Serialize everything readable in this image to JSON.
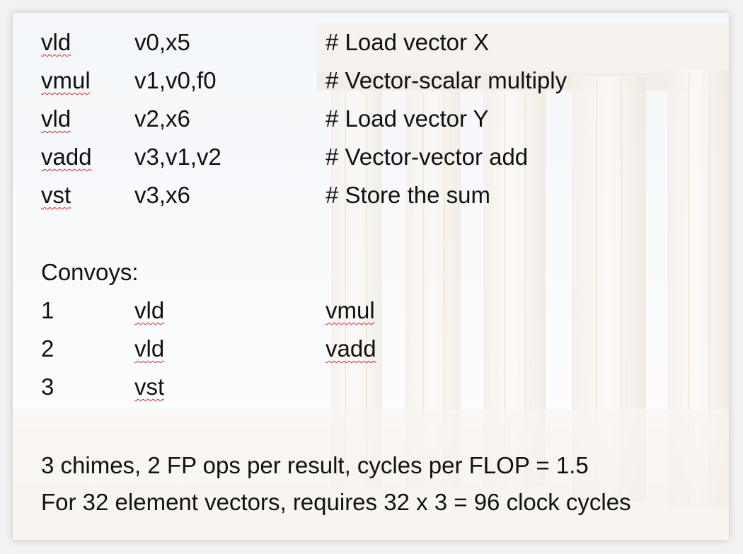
{
  "code": [
    {
      "op": "vld",
      "args": "v0,x5",
      "comment": "# Load vector X"
    },
    {
      "op": "vmul",
      "args": "v1,v0,f0",
      "comment": "# Vector-scalar multiply"
    },
    {
      "op": "vld",
      "args": "v2,x6",
      "comment": "# Load vector Y"
    },
    {
      "op": "vadd",
      "args": "v3,v1,v2",
      "comment": "# Vector-vector add"
    },
    {
      "op": "vst",
      "args": "v3,x6",
      "comment": "# Store the sum"
    }
  ],
  "convoys": {
    "heading": "Convoys:",
    "rows": [
      {
        "num": "1",
        "first": "vld",
        "second": "vmul"
      },
      {
        "num": "2",
        "first": "vld",
        "second": "vadd"
      },
      {
        "num": "3",
        "first": "vst",
        "second": ""
      }
    ]
  },
  "summary": [
    "3 chimes, 2 FP ops per result, cycles per FLOP = 1.5",
    "For 32 element vectors, requires 32 x 3 = 96 clock cycles"
  ],
  "colors": {
    "text": "#111111",
    "spellcheck": "#d42a2a",
    "background": "#ffffff"
  }
}
